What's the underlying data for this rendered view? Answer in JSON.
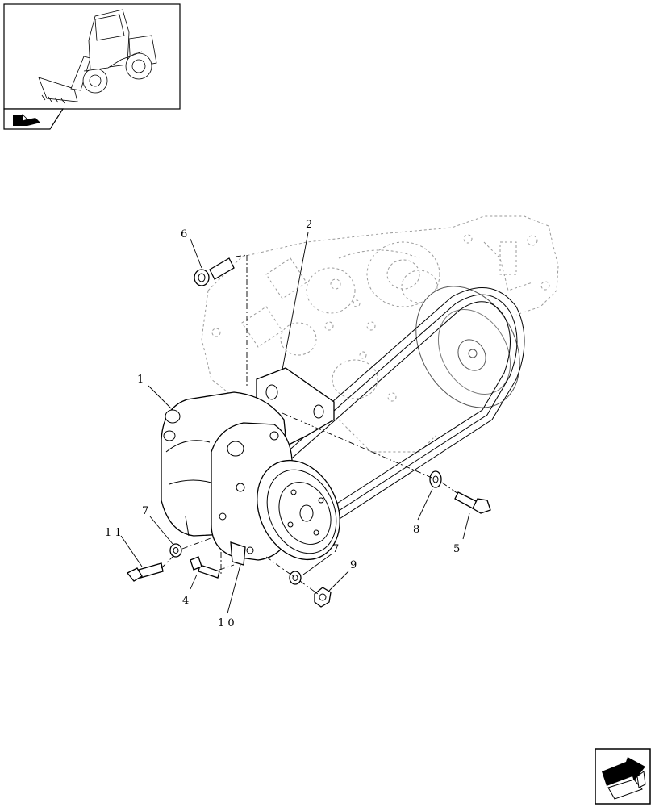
{
  "callouts": [
    {
      "id": "c1",
      "label": "1"
    },
    {
      "id": "c2",
      "label": "2"
    },
    {
      "id": "c4",
      "label": "4"
    },
    {
      "id": "c5",
      "label": "5"
    },
    {
      "id": "c6",
      "label": "6"
    },
    {
      "id": "c7a",
      "label": "7"
    },
    {
      "id": "c7b",
      "label": "7"
    },
    {
      "id": "c8",
      "label": "8"
    },
    {
      "id": "c9",
      "label": "9"
    },
    {
      "id": "c10",
      "label": "1 0"
    },
    {
      "id": "c11",
      "label": "1 1"
    }
  ],
  "icons": {
    "thumbnail": "wheel-loader-icon",
    "nav_back": "folded-page-arrow-icon",
    "nav_next": "next-page-arrow-icon"
  }
}
